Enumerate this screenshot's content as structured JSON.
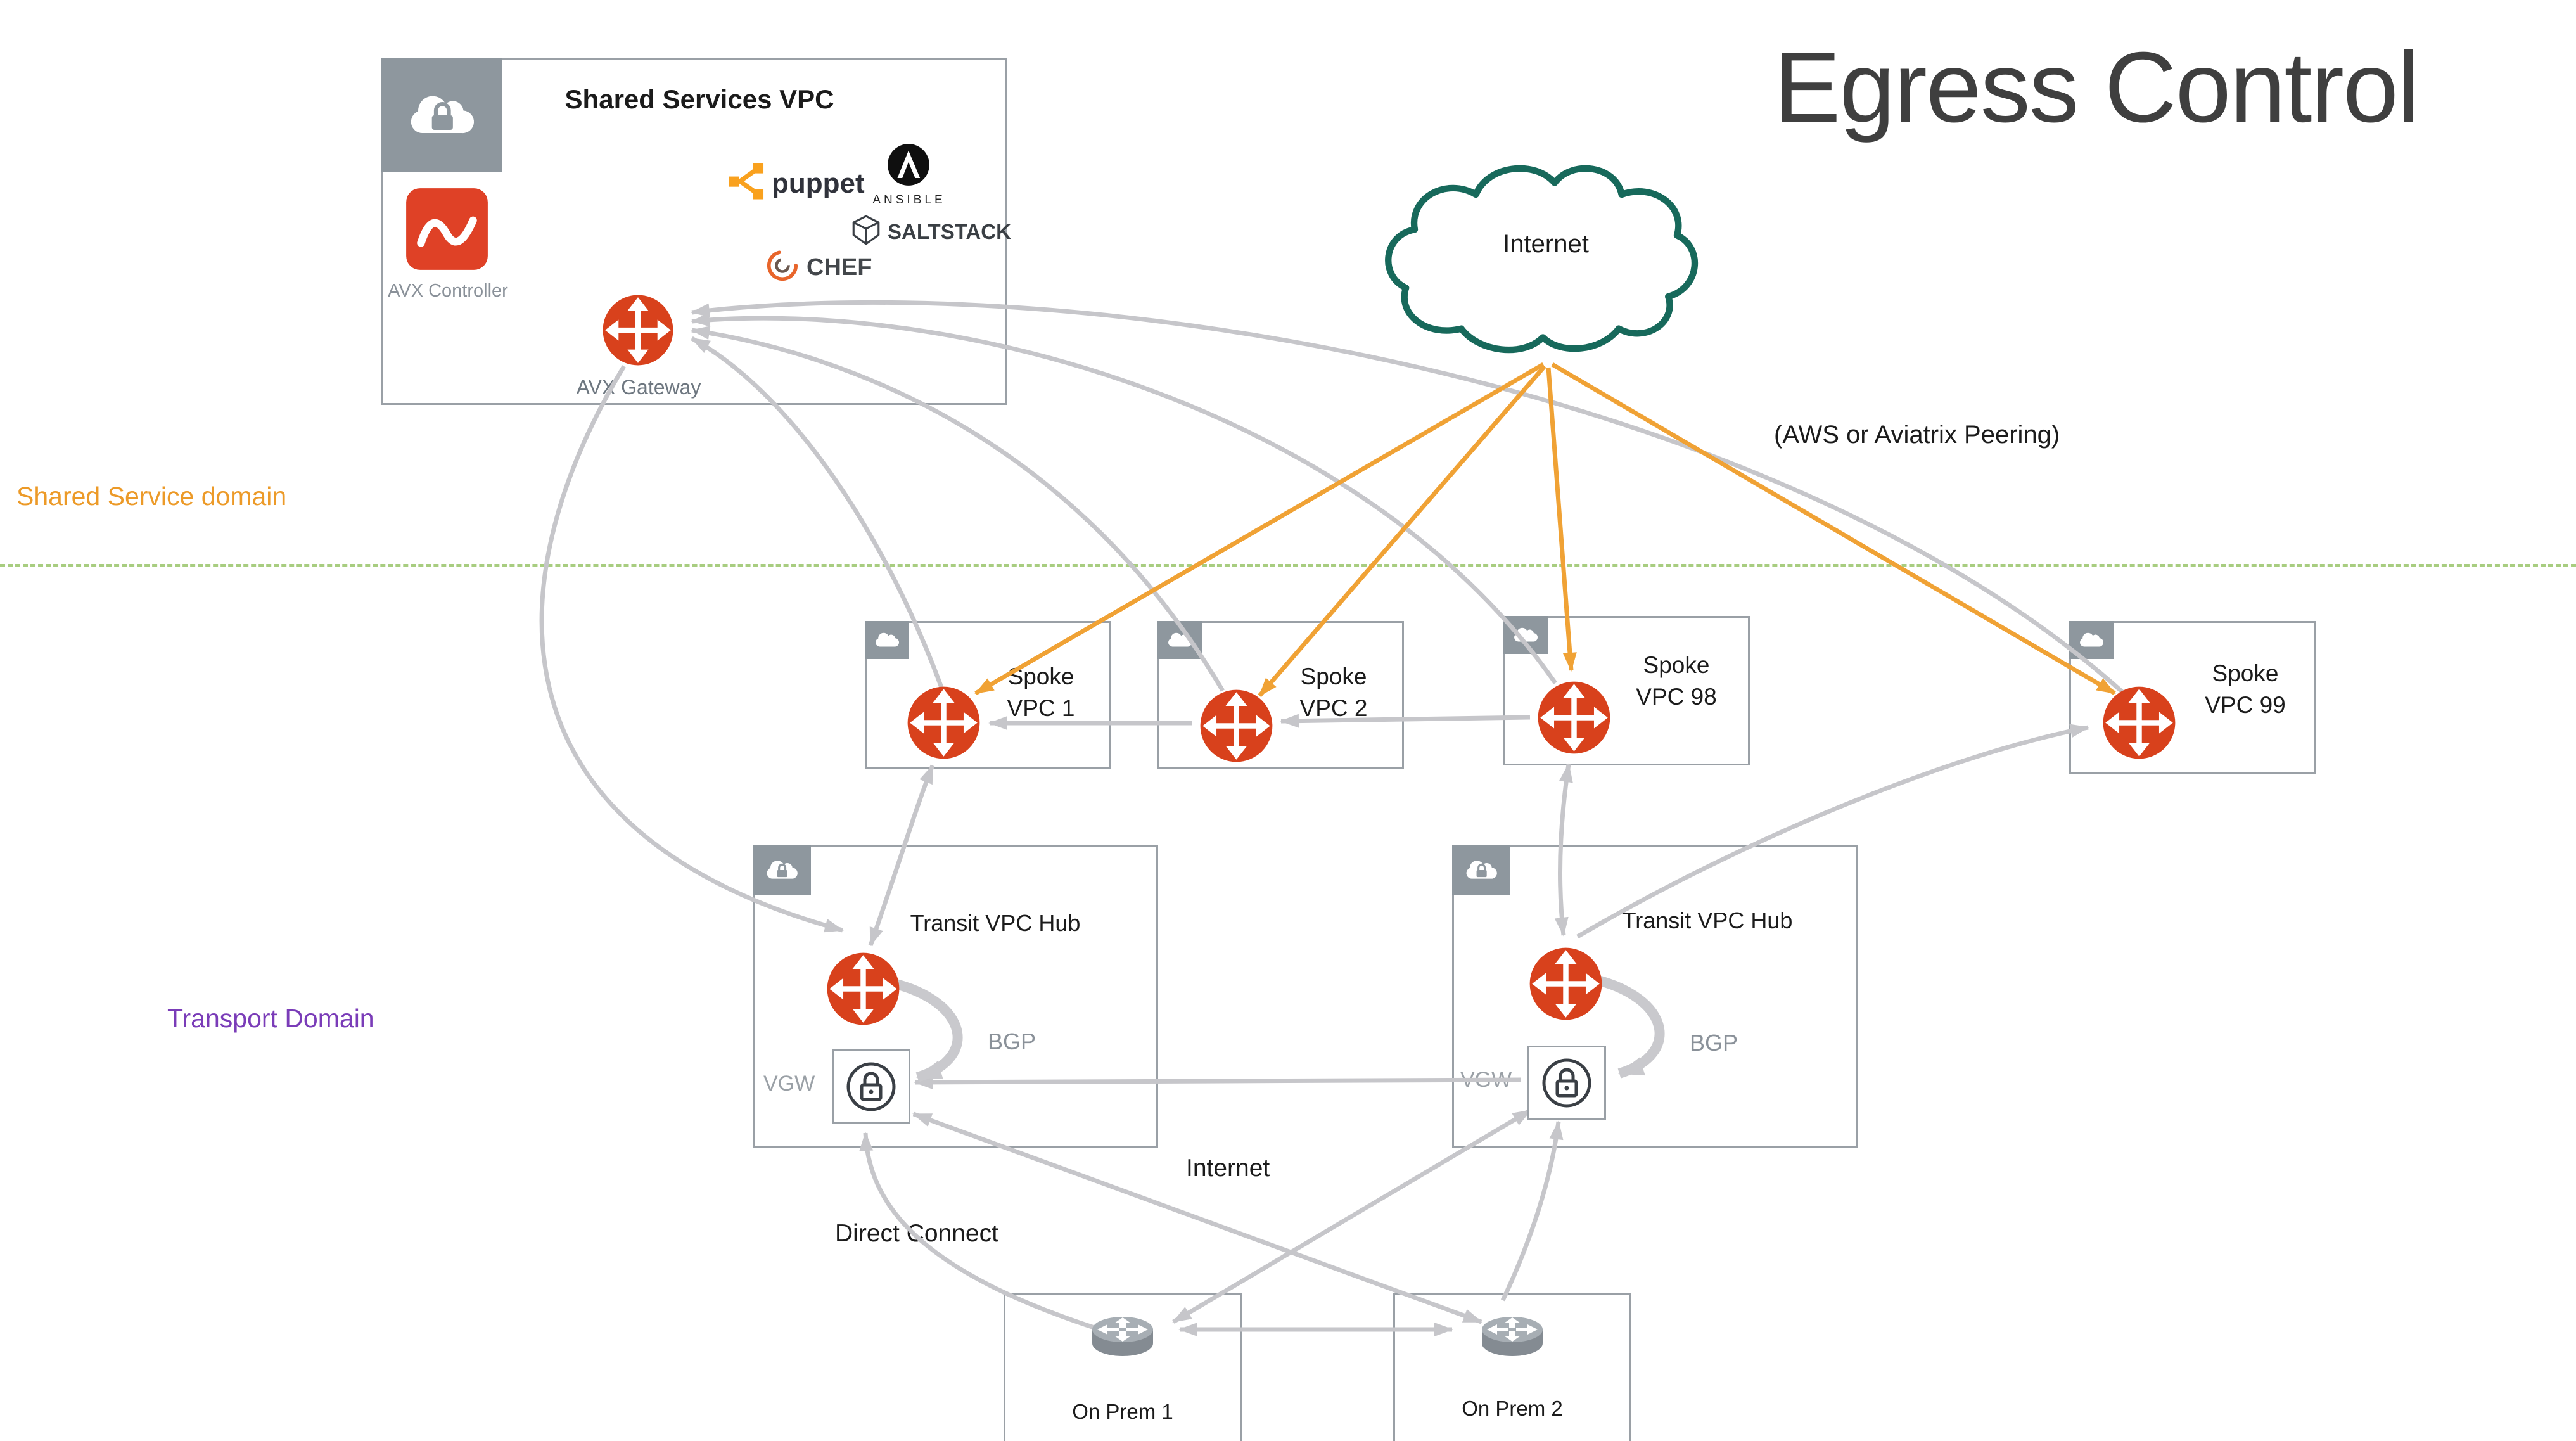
{
  "title": "Egress Control",
  "labels": {
    "shared_domain": "Shared Service domain",
    "transport_domain": "Transport Domain",
    "peering_note": "(AWS or Aviatrix Peering)",
    "internet_link": "Internet",
    "direct_connect": "Direct Connect"
  },
  "shared_vpc": {
    "title": "Shared Services VPC",
    "controller_label": "AVX Controller",
    "gateway_label": "AVX Gateway",
    "tools": {
      "puppet": "puppet",
      "ansible": "ANSIBLE",
      "saltstack": "SALTSTACK",
      "chef": "CHEF"
    }
  },
  "internet_cloud": {
    "label": "Internet"
  },
  "spokes": [
    {
      "line1": "Spoke",
      "line2": "VPC 1"
    },
    {
      "line1": "Spoke",
      "line2": "VPC 2"
    },
    {
      "line1": "Spoke",
      "line2": "VPC 98"
    },
    {
      "line1": "Spoke",
      "line2": "VPC 99"
    }
  ],
  "transits": [
    {
      "title": "Transit VPC Hub",
      "bgp_label": "BGP",
      "vgw_label": "VGW"
    },
    {
      "title": "Transit VPC Hub",
      "bgp_label": "BGP",
      "vgw_label": "VGW"
    }
  ],
  "on_prem": [
    {
      "label": "On Prem 1"
    },
    {
      "label": "On Prem 2"
    }
  ],
  "colors": {
    "gateway_orange": "#D8411C",
    "arrow_gray": "#c6c6ca",
    "arrow_orange": "#F0A235",
    "shared_domain_orange": "#EC9A28",
    "transport_domain_purple": "#7A3CB8",
    "cloud_stroke_green": "#17695B",
    "divider_green": "#A8CD80",
    "badge_gray": "#8E979E"
  }
}
